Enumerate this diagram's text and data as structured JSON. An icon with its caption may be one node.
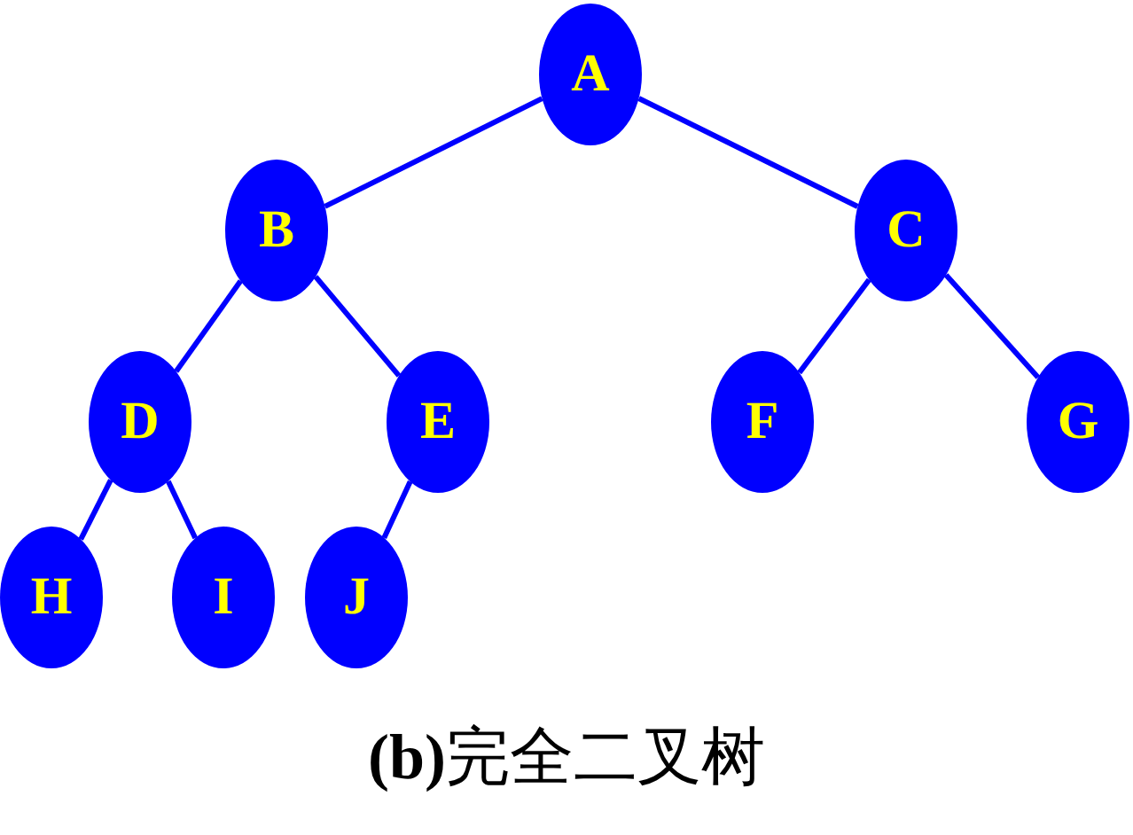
{
  "diagram": {
    "caption": "**(b)**完全二叉树",
    "nodes": [
      {
        "text": [
          "A"
        ]
      },
      {
        "text": [
          "B"
        ]
      },
      {
        "text": [
          "C"
        ]
      },
      {
        "text": [
          "D"
        ]
      },
      {
        "text": [
          "E"
        ]
      },
      {
        "text": [
          "F"
        ]
      },
      {
        "text": [
          "G"
        ]
      },
      {
        "text": [
          "H"
        ]
      },
      {
        "text": [
          "I"
        ]
      },
      {
        "text": [
          "J"
        ]
      }
    ],
    "edges": [
      {
        "from": 0,
        "to": 1,
        "arrow": "none"
      },
      {
        "from": 0,
        "to": 2,
        "arrow": "none"
      },
      {
        "from": 1,
        "to": 3,
        "arrow": "none"
      },
      {
        "from": 1,
        "to": 4,
        "arrow": "none"
      },
      {
        "from": 2,
        "to": 5,
        "arrow": "none"
      },
      {
        "from": 2,
        "to": 6,
        "arrow": "none"
      },
      {
        "from": 3,
        "to": 7,
        "arrow": "none"
      },
      {
        "from": 3,
        "to": 8,
        "arrow": "none"
      },
      {
        "from": 4,
        "to": 9,
        "arrow": "none"
      }
    ]
  }
}
